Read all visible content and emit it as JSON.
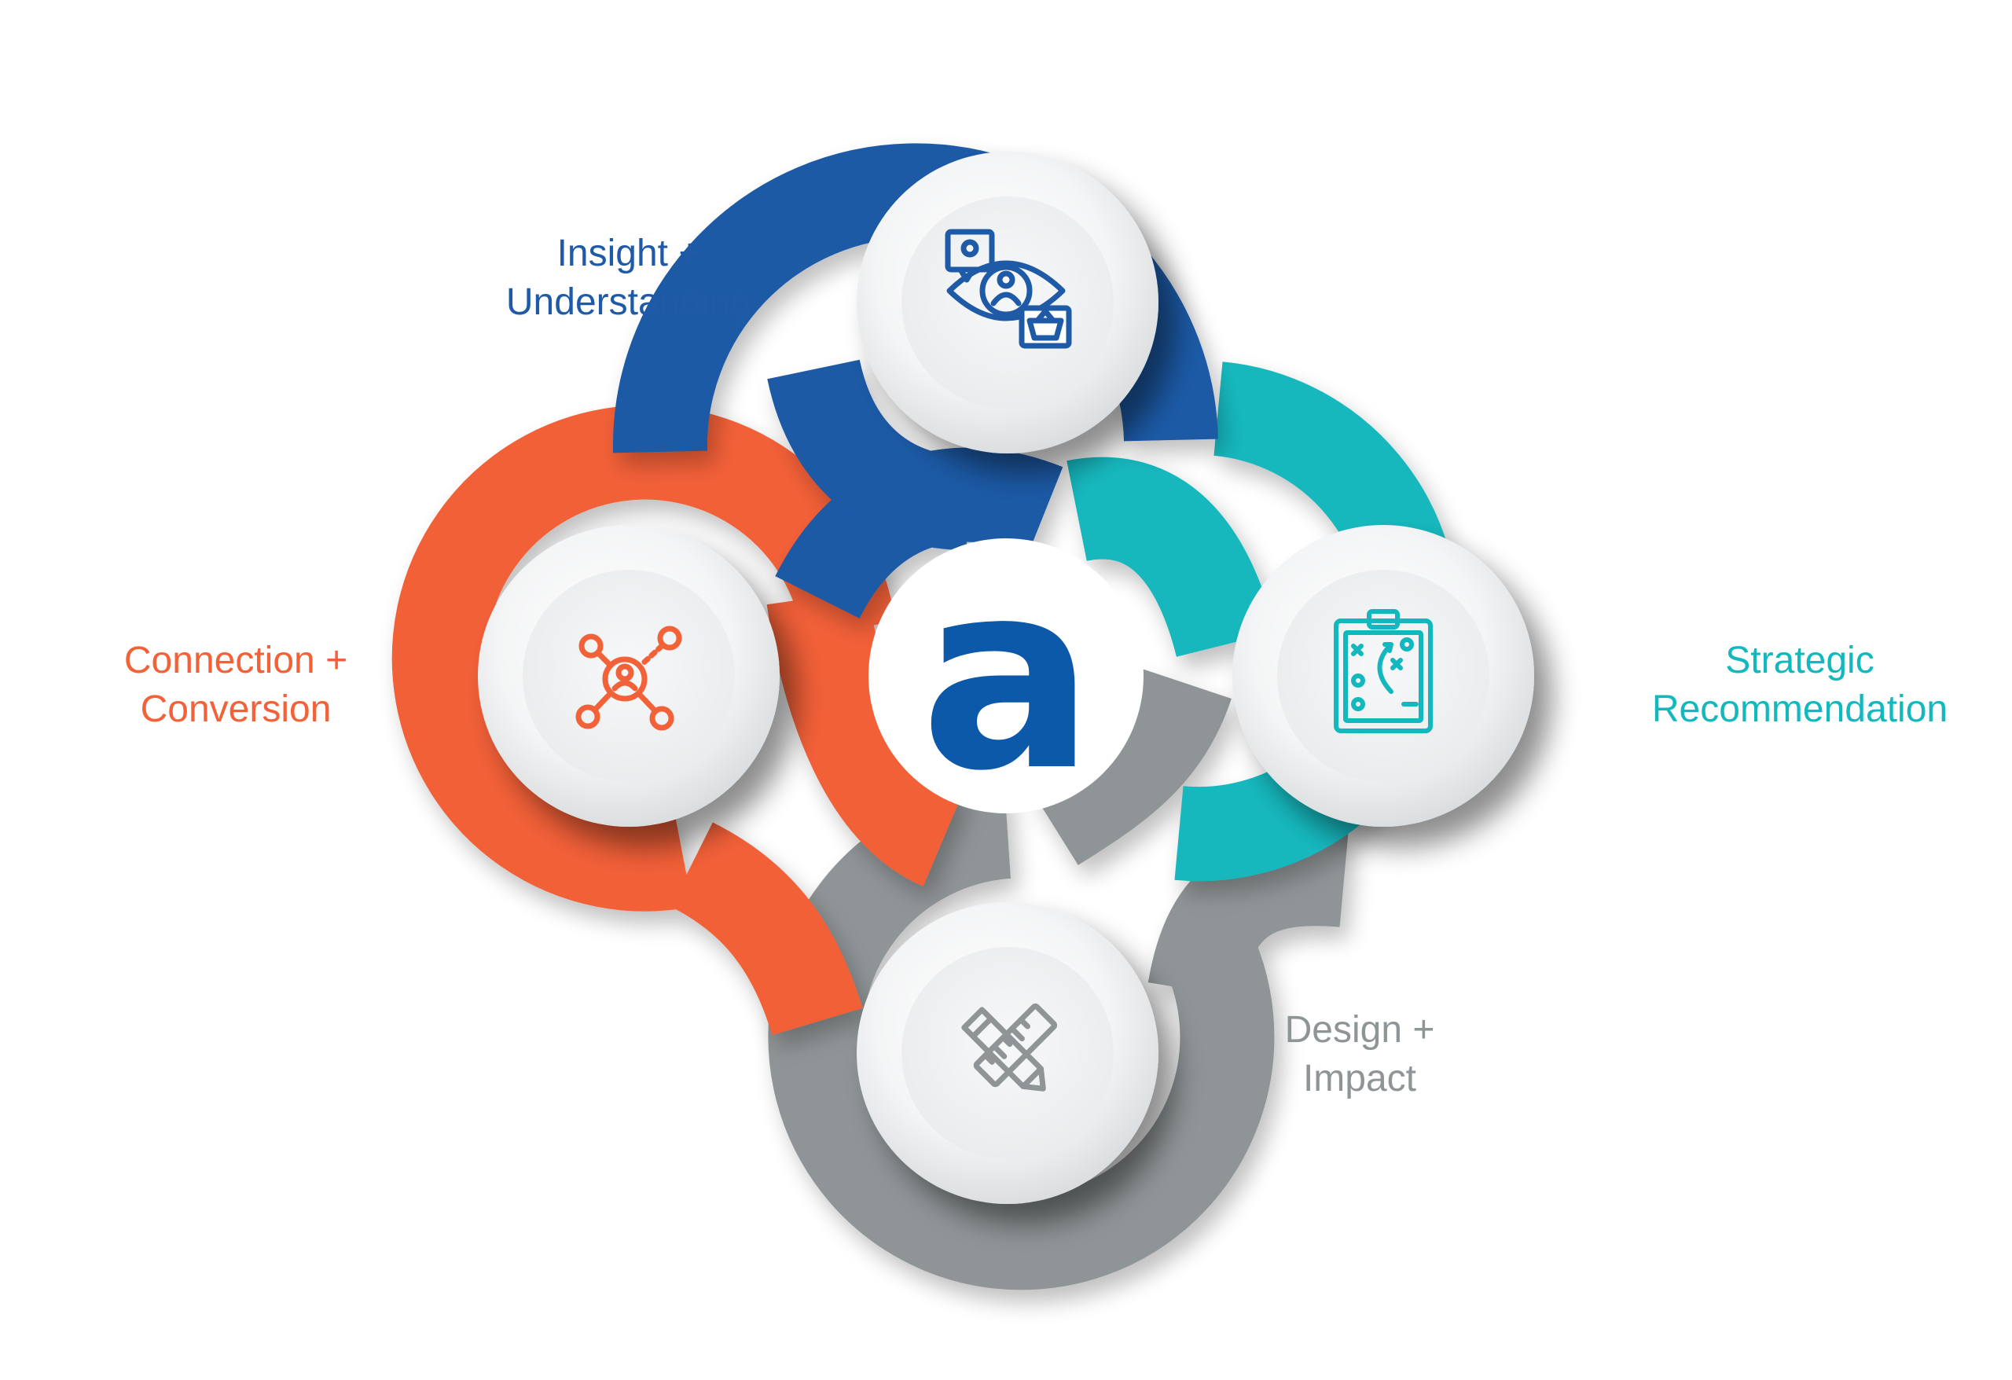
{
  "diagram": {
    "center_letter": "a",
    "colors": {
      "blue": "#1f5aa6",
      "teal": "#12b8be",
      "gray": "#8f9597",
      "orange": "#f26137",
      "brand_blue": "#0c58a9"
    },
    "segments": [
      {
        "key": "insight",
        "label_line1": "Insight +",
        "label_line2": "Understanding",
        "color": "#1f5aa6",
        "icon": "eye-insight-icon"
      },
      {
        "key": "strategy",
        "label_line1": "Strategic",
        "label_line2": "Recommendation",
        "color": "#12b8be",
        "icon": "clipboard-strategy-icon"
      },
      {
        "key": "design",
        "label_line1": "Design +",
        "label_line2": "Impact",
        "color": "#8f9597",
        "icon": "pencil-ruler-icon"
      },
      {
        "key": "connect",
        "label_line1": "Connection +",
        "label_line2": "Conversion",
        "color": "#f26137",
        "icon": "network-person-icon"
      }
    ]
  }
}
